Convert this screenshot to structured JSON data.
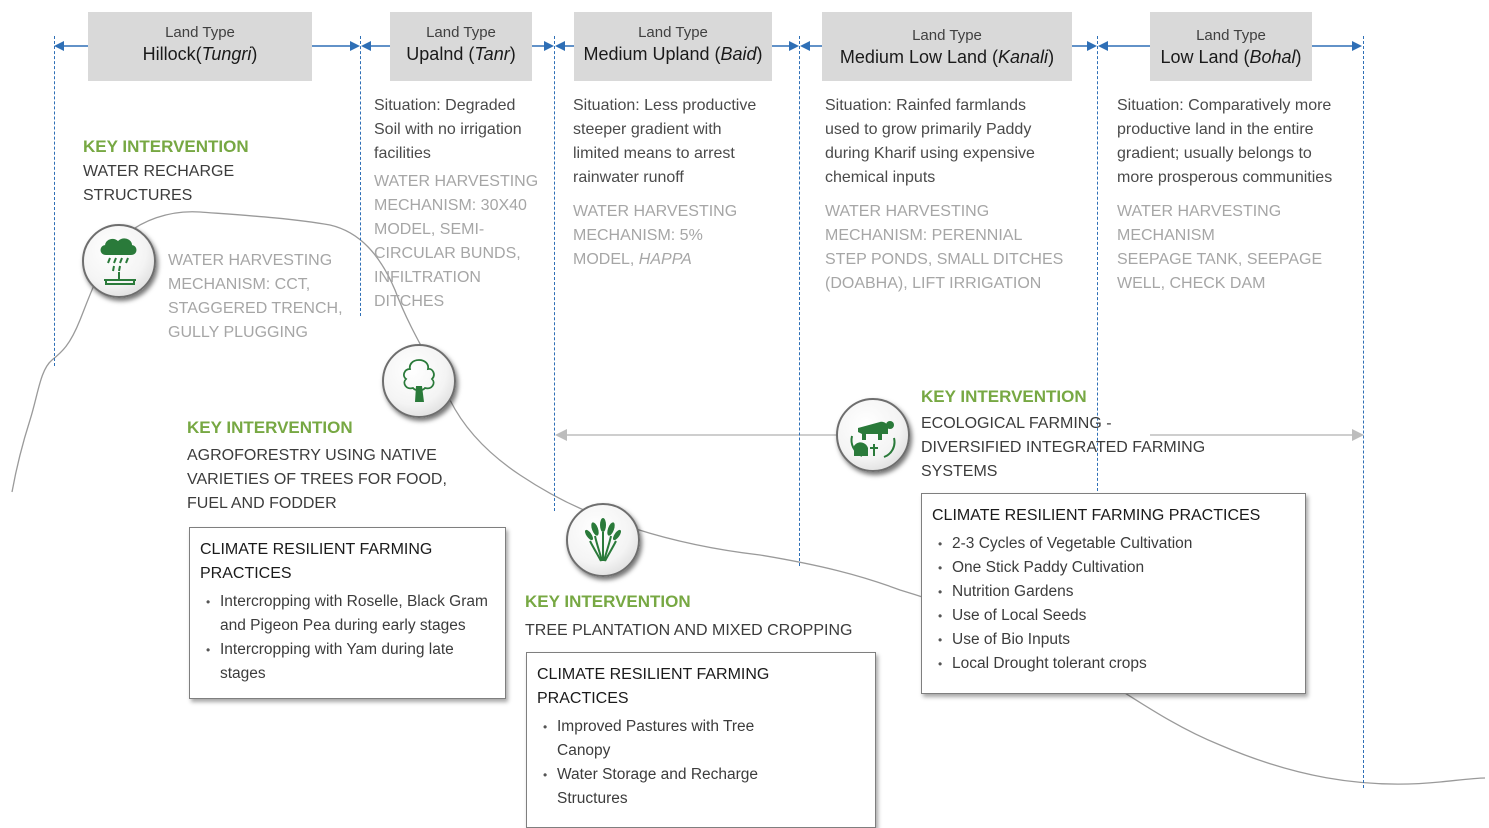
{
  "headers": [
    {
      "type": "Land Type",
      "name": "Hillock(",
      "italic": "Tungri",
      "end": ")"
    },
    {
      "type": "Land Type",
      "name": "Upalnd (",
      "italic": "Tanr",
      "end": ")"
    },
    {
      "type": "Land Type",
      "name": "Medium Upland (",
      "italic": "Baid",
      "end": ")"
    },
    {
      "type": "Land Type",
      "name": "Medium Low Land (",
      "italic": "Kanali",
      "end": ")"
    },
    {
      "type": "Land Type",
      "name": "Low Land (",
      "italic": "Bohal",
      "end": ")"
    }
  ],
  "situations": [
    {
      "lines": [
        "Situation: Degraded",
        "Soil with no irrigation",
        "facilities"
      ]
    },
    {
      "lines": [
        "Situation: Less productive",
        "steeper gradient with",
        "limited means to arrest",
        "rainwater runoff"
      ]
    },
    {
      "lines": [
        "Situation: Rainfed farmlands",
        "used to grow primarily Paddy",
        "during Kharif using expensive",
        "chemical inputs"
      ]
    },
    {
      "lines": [
        "Situation: Comparatively more",
        "productive land in the entire",
        "gradient; usually belongs to",
        "more prosperous communities"
      ]
    }
  ],
  "mechanisms": [
    {
      "lines": [
        "WATER HARVESTING",
        "MECHANISM: CCT,",
        "STAGGERED TRENCH,",
        "GULLY PLUGGING"
      ]
    },
    {
      "lines": [
        "WATER HARVESTING",
        "MECHANISM: 30X40",
        "MODEL, SEMI-",
        "CIRCULAR BUNDS,",
        "INFILTRATION",
        "DITCHES"
      ]
    },
    {
      "lines": [
        "WATER HARVESTING",
        "MECHANISM: 5%",
        "MODEL, "
      ],
      "italic": "HAPPA"
    },
    {
      "lines": [
        "WATER HARVESTING",
        "MECHANISM: PERENNIAL",
        "STEP PONDS, SMALL DITCHES",
        "(DOABHA), LIFT IRRIGATION"
      ]
    },
    {
      "lines": [
        "WATER HARVESTING",
        "MECHANISM",
        "SEEPAGE TANK, SEEPAGE",
        "WELL, CHECK DAM"
      ]
    }
  ],
  "interventions": [
    {
      "title": "KEY INTERVENTION",
      "lines": [
        "WATER RECHARGE",
        "STRUCTURES"
      ]
    },
    {
      "title": "KEY INTERVENTION",
      "lines": [
        "AGROFORESTRY USING NATIVE",
        "VARIETIES OF TREES FOR FOOD,",
        "FUEL AND FODDER"
      ]
    },
    {
      "title": "KEY INTERVENTION",
      "lines": [
        "TREE PLANTATION AND MIXED CROPPING"
      ]
    },
    {
      "title": "KEY INTERVENTION",
      "lines": [
        "ECOLOGICAL FARMING -",
        "DIVERSIFIED INTEGRATED FARMING",
        "SYSTEMS"
      ]
    }
  ],
  "boxes": [
    {
      "title_lines": [
        "CLIMATE RESILIENT FARMING",
        "PRACTICES"
      ],
      "items": [
        [
          "Intercropping with Roselle, Black Gram",
          "and Pigeon Pea during early stages"
        ],
        [
          "Intercropping with Yam during late",
          "stages"
        ]
      ]
    },
    {
      "title_lines": [
        "CLIMATE RESILIENT FARMING",
        "PRACTICES"
      ],
      "items": [
        [
          "Improved Pastures with Tree",
          "Canopy"
        ],
        [
          "Water Storage and Recharge",
          "Structures"
        ]
      ]
    },
    {
      "title_lines": [
        "CLIMATE RESILIENT FARMING PRACTICES"
      ],
      "items": [
        [
          "2-3 Cycles of Vegetable Cultivation"
        ],
        [
          "One Stick Paddy Cultivation"
        ],
        [
          "Nutrition Gardens"
        ],
        [
          "Use of Local Seeds"
        ],
        [
          "Use of Bio Inputs"
        ],
        [
          "Local Drought tolerant crops"
        ]
      ]
    }
  ],
  "icons": [
    "rain-recharge-icon",
    "tree-icon",
    "wheat-crop-icon",
    "livestock-farming-icon"
  ],
  "colors": {
    "accent_green": "#77a843",
    "divider_blue": "#2e6fb6",
    "header_gray": "#d9d9d9",
    "muted_text": "#a6a6a6"
  }
}
